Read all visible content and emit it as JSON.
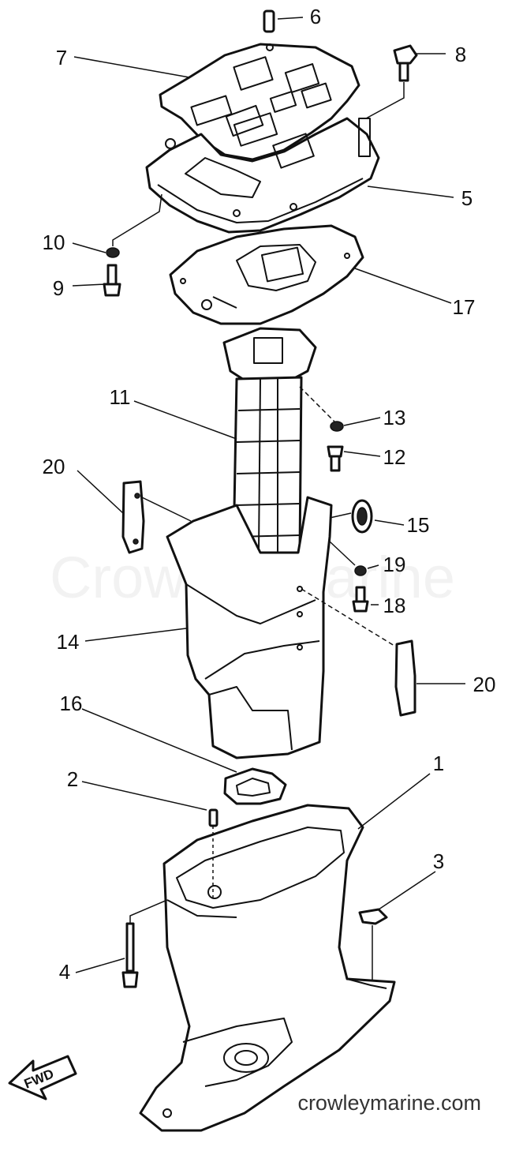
{
  "callouts": {
    "c1": "1",
    "c2": "2",
    "c3": "3",
    "c4": "4",
    "c5": "5",
    "c6": "6",
    "c7": "7",
    "c8": "8",
    "c9": "9",
    "c10": "10",
    "c11": "11",
    "c12": "12",
    "c13": "13",
    "c14": "14",
    "c15": "15",
    "c16": "16",
    "c17": "17",
    "c18": "18",
    "c19": "19",
    "c20a": "20",
    "c20b": "20"
  },
  "watermark": "Crowley Marine",
  "footer": "crowleymarine.com",
  "fwd_label": "FWD",
  "colors": {
    "ink": "#111111",
    "paper": "#ffffff"
  }
}
